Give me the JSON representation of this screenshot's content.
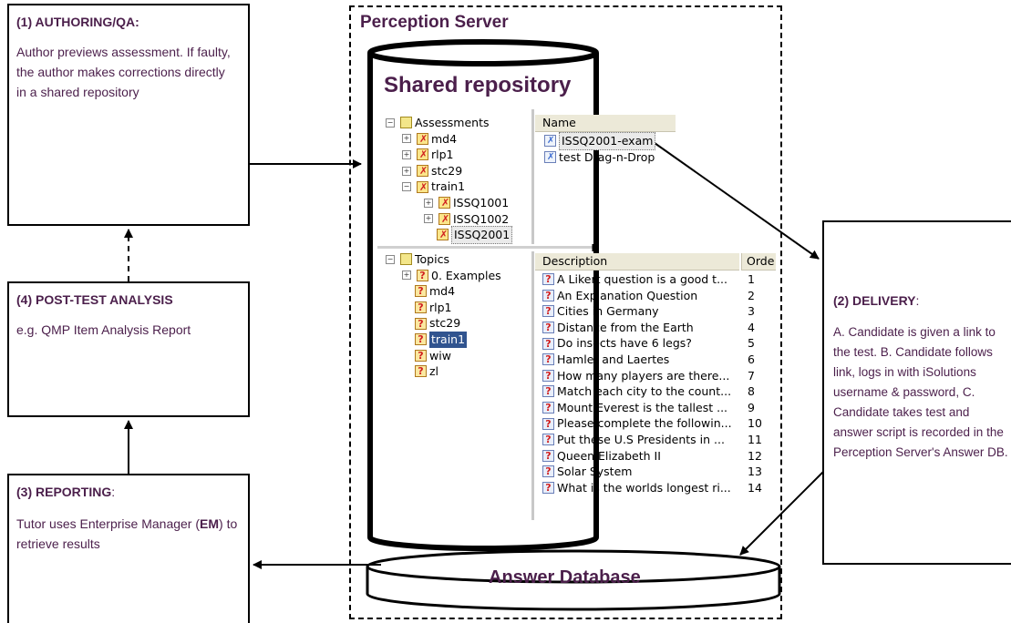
{
  "authoring": {
    "title": "(1) AUTHORING/QA:",
    "text": "Author previews assessment. If faulty, the author makes corrections directly in a shared repository"
  },
  "post_test": {
    "title": "(4) POST-TEST ANALYSIS",
    "text": "e.g. QMP Item Analysis Report"
  },
  "reporting": {
    "title": "(3) REPORTING",
    "title_suffix": ":",
    "text_before": "Tutor uses Enterprise Manager (",
    "text_bold": "EM",
    "text_after": ") to retrieve results"
  },
  "delivery": {
    "title": "(2) DELIVERY",
    "title_suffix": ":",
    "text": "A. Candidate is given a link to the test. B. Candidate follows link, logs in with iSolutions username & password, C. Candidate takes test and answer script is recorded in the Perception Server's Answer DB."
  },
  "server": {
    "title": "Perception Server",
    "repository_title": "Shared repository",
    "answer_db_title": "Answer Database"
  },
  "assessments_tree": {
    "root": "Assessments",
    "items": [
      "md4",
      "rlp1",
      "stc29",
      "train1"
    ],
    "train1_children": [
      "ISSQ1001",
      "ISSQ1002",
      "ISSQ2001"
    ]
  },
  "assessment_list": {
    "header": "Name",
    "items": [
      "ISSQ2001-exam",
      "test Drag-n-Drop"
    ]
  },
  "topics_tree": {
    "root": "Topics",
    "items": [
      "0. Examples",
      "md4",
      "rlp1",
      "stc29",
      "train1",
      "wiw",
      "zl"
    ]
  },
  "question_list": {
    "col_description": "Description",
    "col_order": "Orde",
    "rows": [
      {
        "desc": "A Likert question is a good t...",
        "order": "1"
      },
      {
        "desc": "An Explanation Question",
        "order": "2"
      },
      {
        "desc": "Cities in Germany",
        "order": "3"
      },
      {
        "desc": "Distance from the Earth",
        "order": "4"
      },
      {
        "desc": "Do insects have 6 legs?",
        "order": "5"
      },
      {
        "desc": "Hamlet and Laertes",
        "order": "6"
      },
      {
        "desc": "How many players are there...",
        "order": "7"
      },
      {
        "desc": "Match each city to the count...",
        "order": "8"
      },
      {
        "desc": "Mount Everest is the tallest ...",
        "order": "9"
      },
      {
        "desc": "Please complete the followin...",
        "order": "10"
      },
      {
        "desc": "Put these U.S Presidents in ...",
        "order": "11"
      },
      {
        "desc": "Queen Elizabeth II",
        "order": "12"
      },
      {
        "desc": "Solar System",
        "order": "13"
      },
      {
        "desc": "What is the worlds longest ri...",
        "order": "14"
      }
    ]
  }
}
